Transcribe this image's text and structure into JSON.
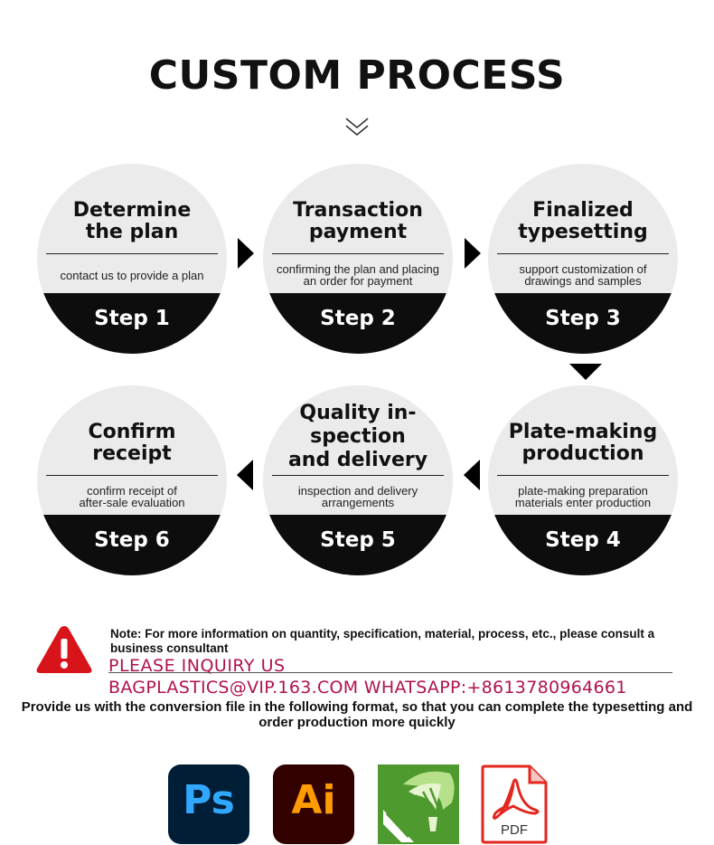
{
  "title": "CUSTOM PROCESS",
  "steps": [
    {
      "head1": "Determine",
      "head2": "the plan",
      "head3": "",
      "desc1": "contact us to provide a plan",
      "desc2": "",
      "num": "Step 1"
    },
    {
      "head1": "Transaction",
      "head2": "payment",
      "head3": "",
      "desc1": "confirming the plan and placing",
      "desc2": "an order for payment",
      "num": "Step 2"
    },
    {
      "head1": "Finalized",
      "head2": "typesetting",
      "head3": "",
      "desc1": "support customization of",
      "desc2": "drawings and samples",
      "num": "Step 3"
    },
    {
      "head1": "Plate-making",
      "head2": "production",
      "head3": "",
      "desc1": "plate-making preparation",
      "desc2": "materials enter production",
      "num": "Step 4"
    },
    {
      "head1": "Quality in-",
      "head2": "spection",
      "head3": "and delivery",
      "desc1": "inspection and delivery",
      "desc2": "arrangements",
      "num": "Step 5"
    },
    {
      "head1": "Confirm",
      "head2": "receipt",
      "head3": "",
      "desc1": "confirm receipt of",
      "desc2": "after-sale evaluation",
      "num": "Step 6"
    }
  ],
  "note": "Note: For more information on quantity, specification, material, process, etc., please consult a business consultant",
  "contact": {
    "line1": "PLEASE INQUIRY US",
    "line2": "BAGPLASTICS@VIP.163.COM WHATSAPP:+8613780964661",
    "color": "#b0124f"
  },
  "provide": "Provide us with the conversion file in the following format, so that you can complete the typesetting and order production more quickly",
  "formats": {
    "ps": "Ps",
    "ai": "Ai",
    "pdf": "PDF"
  },
  "colors": {
    "ps_bg": "#001e36",
    "ps_fg": "#31a8ff",
    "ai_bg": "#330000",
    "ai_fg": "#ff9a00",
    "corel": "#4e9a2e",
    "pdf_red": "#e3261f"
  }
}
